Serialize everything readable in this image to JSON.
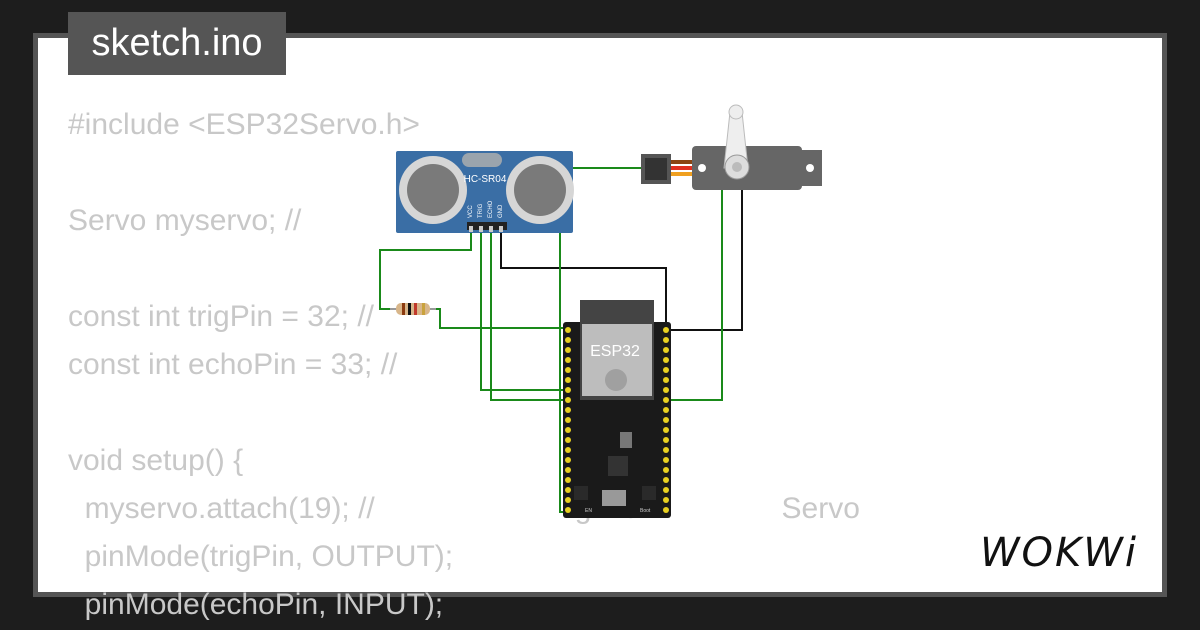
{
  "title": "sketch.ino",
  "code_lines": [
    "#include <ESP32Servo.h>",
    "",
    "Servo myservo; //",
    "",
    "const int trigPin = 32; //",
    "const int echoPin = 33; //                     o",
    "",
    "void setup() {",
    "  myservo.attach(19); //                        g  l 9                 Servo",
    "  pinMode(trigPin, OUTPUT);",
    "  pinMode(echoPin, INPUT);"
  ],
  "components": {
    "ultrasonic_label": "HC-SR04",
    "ultrasonic_pins": [
      "VCC",
      "TRIG",
      "ECHO",
      "GND"
    ],
    "mcu_label": "ESP32",
    "en_label": "EN",
    "boot_label": "Boot"
  },
  "logo_text": "WOKWi",
  "colors": {
    "background": "#1d1d1d",
    "frame": "#555555",
    "code_text": "#c8c8c8",
    "wire_green": "#1a8a1a",
    "wire_black": "#111111",
    "sensor_blue": "#3a6ea5"
  }
}
